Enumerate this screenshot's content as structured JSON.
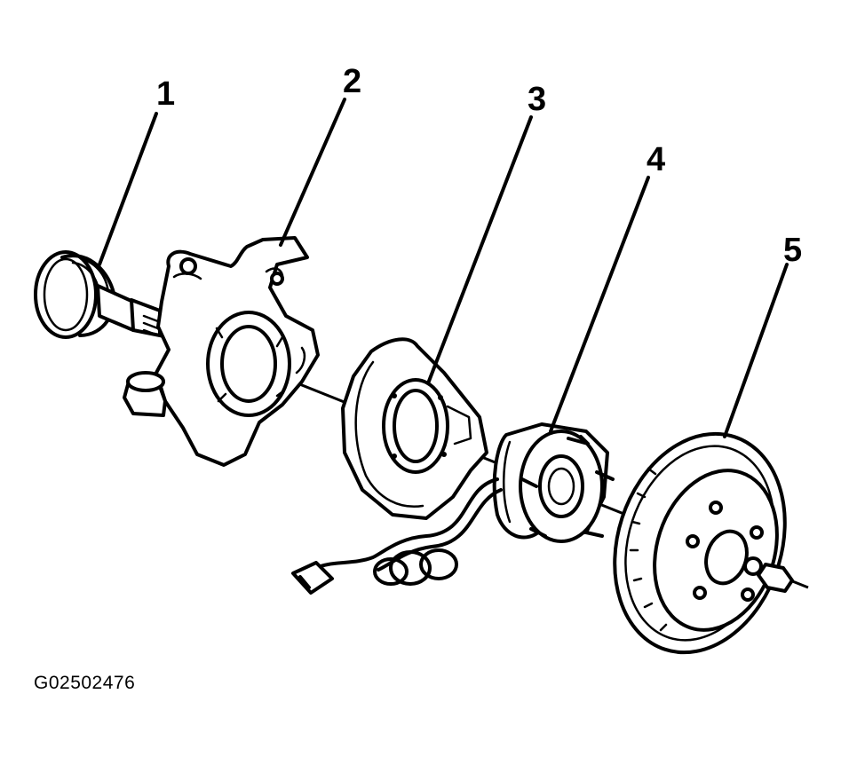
{
  "figure_id": "G02502476",
  "callouts": [
    {
      "number": "1"
    },
    {
      "number": "2"
    },
    {
      "number": "3"
    },
    {
      "number": "4"
    },
    {
      "number": "5"
    }
  ],
  "colors": {
    "ink": "#000000",
    "background": "#ffffff"
  }
}
